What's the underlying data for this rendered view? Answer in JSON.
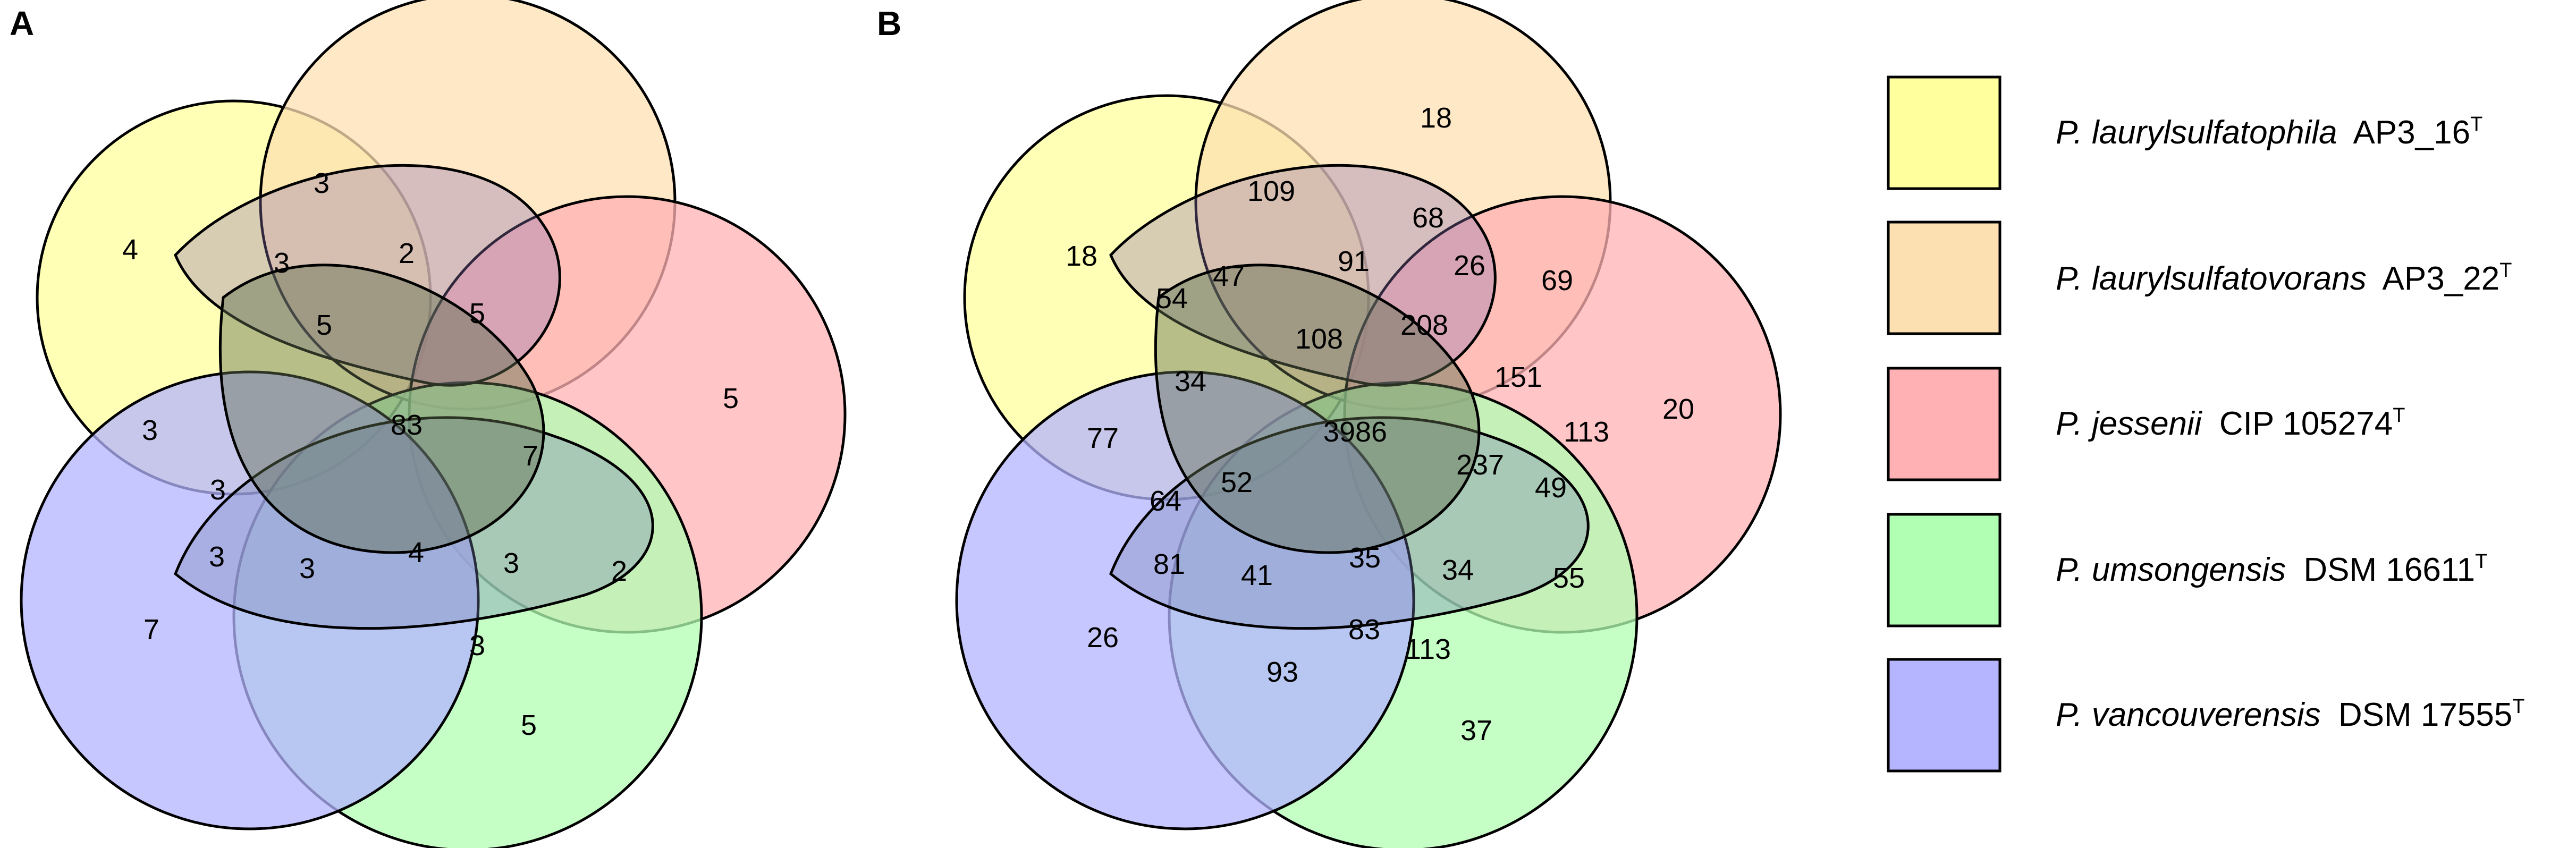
{
  "panels": [
    {
      "letter": "A",
      "counts": {
        "yellow_only": "4",
        "orange_only": "",
        "red_only": "5",
        "green_only": "5",
        "blue_only": "7",
        "yo": "3",
        "ylg": "3",
        "top_mid": "2",
        "purple": "5",
        "left_mid": "5",
        "yb": "3",
        "center": "83",
        "right_mid": "7",
        "bot_left": "3",
        "bot_left2": "3",
        "bot_mid": "3",
        "bot_center": "4",
        "bot_right": "3",
        "rg": "2",
        "g_tip": "3"
      }
    },
    {
      "letter": "B",
      "counts": {
        "yellow_only": "18",
        "orange_only": "18",
        "red_only": "20",
        "green_only": "37",
        "blue_only": "26",
        "yo": "109",
        "ylg": "54",
        "lg2": "47",
        "top_mid": "91",
        "purple_top": "68",
        "purple": "26",
        "left_mid": "108",
        "center_top": "208",
        "red_orange": "69",
        "r_or": "151",
        "r_or2": "113",
        "yb": "77",
        "left2": "34",
        "center": "3986",
        "right_mid": "237",
        "right2": "49",
        "bot_left": "64",
        "bot_left3": "52",
        "bot_left2": "81",
        "bot_mid": "41",
        "bot_center": "35",
        "bot_right": "34",
        "rg": "55",
        "g_tip": "113",
        "g_tip2": "83",
        "bl_green": "93"
      }
    }
  ],
  "legend": [
    {
      "genus": "P. laurylsulfatophila",
      "strain": "AP3_16",
      "sup": "T",
      "color": "#ffff9e"
    },
    {
      "genus": "P. laurylsulfatovorans",
      "strain": "AP3_22",
      "sup": "T",
      "color": "#fde0b1"
    },
    {
      "genus": "P. jessenii",
      "strain": "CIP 105274",
      "sup": "T",
      "color": "#ffb1b4"
    },
    {
      "genus": "P. umsongensis",
      "strain": "DSM 16611",
      "sup": "T",
      "color": "#b1ffb3"
    },
    {
      "genus": "P. vancouverensis",
      "strain": "DSM 17555",
      "sup": "T",
      "color": "#b4b4ff"
    }
  ]
}
